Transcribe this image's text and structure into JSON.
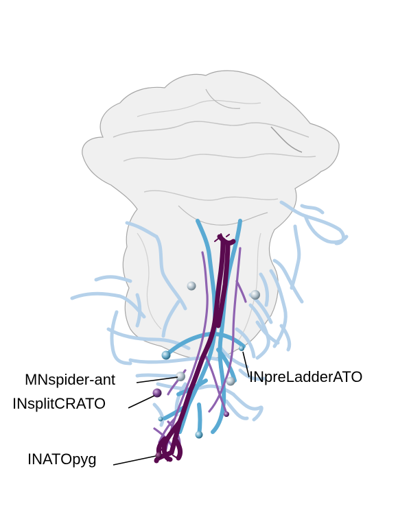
{
  "labels": {
    "mnspider": "MNspider-ant",
    "insplit": "INsplitCRATO",
    "inatopyg": "INATOpyg",
    "inpreladder": "INpreLadderATO"
  },
  "colors": {
    "background": "#ffffff",
    "brain_fill": "#eeeeee",
    "brain_stroke": "#a8a8a8",
    "light_blue": "#b5d1ea",
    "mid_blue": "#5aaad3",
    "purple": "#8e62b0",
    "dark_purple": "#5a0a4f",
    "leader_line": "#000000"
  },
  "neurons": [
    {
      "name": "light-blue-neurons",
      "color": "#b5d1ea"
    },
    {
      "name": "mid-blue-neurons",
      "color": "#5aaad3"
    },
    {
      "name": "purple-neurons",
      "color": "#8e62b0"
    },
    {
      "name": "dark-purple-neurons",
      "color": "#5a0a4f"
    }
  ]
}
